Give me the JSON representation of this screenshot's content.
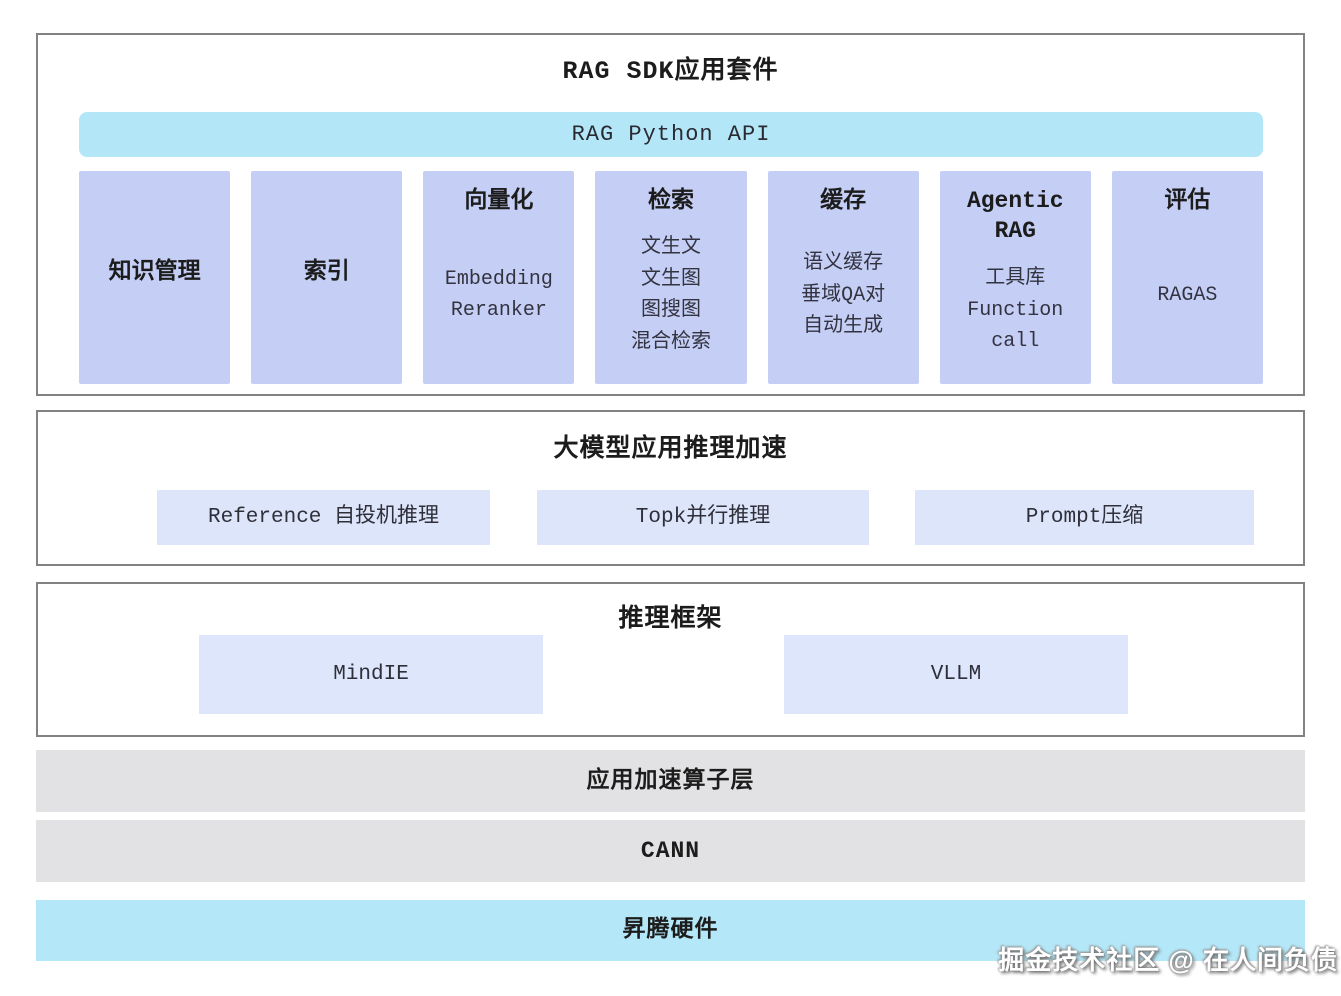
{
  "colors": {
    "api_bar_cyan": "#b3e7f8",
    "column_lavender": "#c5cff6",
    "sub_box_lavender": "#dde5fa",
    "gray_layer": "#e2e2e4",
    "hardware_cyan": "#b4e7f7",
    "box_border": "#828282",
    "text_dark": "#1c1c1c"
  },
  "sdk_suite": {
    "title": "RAG  SDK应用套件",
    "api_bar_label": "RAG Python API",
    "columns": [
      {
        "header": "知识管理",
        "items": []
      },
      {
        "header": "索引",
        "items": []
      },
      {
        "header": "向量化",
        "items": [
          "Embedding",
          "Reranker"
        ]
      },
      {
        "header": "检索",
        "items": [
          "文生文",
          "文生图",
          "图搜图",
          "混合检索"
        ]
      },
      {
        "header": "缓存",
        "items": [
          "语义缓存",
          "垂域QA对",
          "自动生成"
        ]
      },
      {
        "header": "Agentic RAG",
        "items": [
          "工具库",
          "Function call"
        ]
      },
      {
        "header": "评估",
        "items": [
          "RAGAS"
        ]
      }
    ]
  },
  "inference_acceleration": {
    "title": "大模型应用推理加速",
    "boxes": [
      "Reference 自投机推理",
      "Topk并行推理",
      "Prompt压缩"
    ]
  },
  "inference_frameworks": {
    "title": "推理框架",
    "boxes": [
      "MindIE",
      "VLLM"
    ]
  },
  "layers": [
    {
      "label": "应用加速算子层"
    },
    {
      "label": "CANN"
    },
    {
      "label": "昇腾硬件"
    }
  ],
  "watermark": "掘金技术社区 @ 在人间负债"
}
